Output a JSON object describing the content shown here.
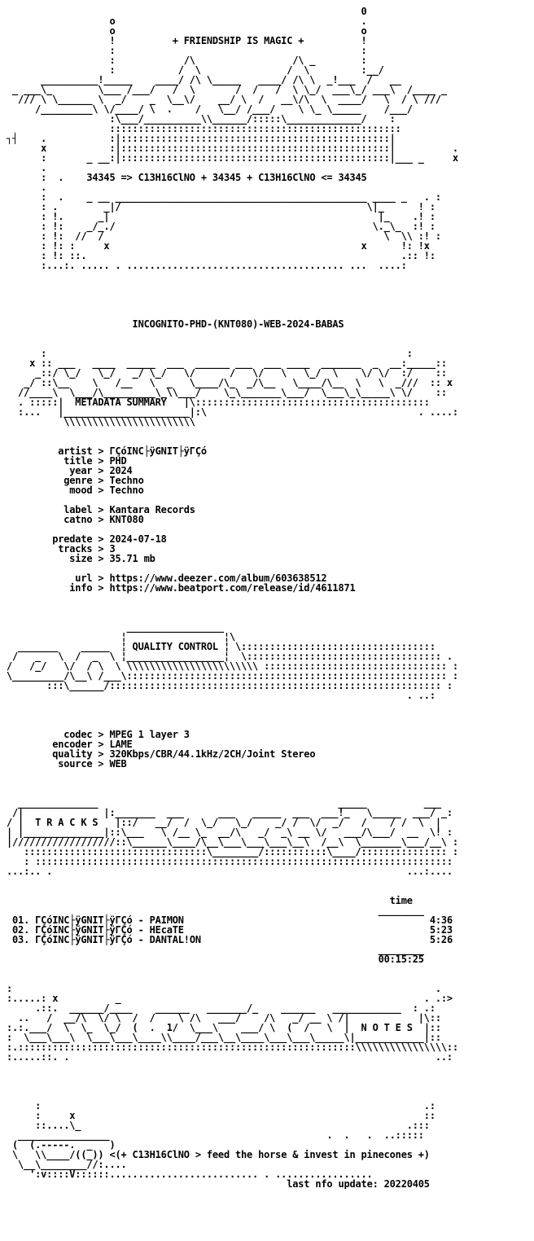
{
  "header": {
    "title": "+ FRIENDSHIP IS MAGIC +",
    "formula": "34345 => C13H16ClNO + 34345 + C13H16ClNO <= 34345"
  },
  "release": {
    "name": "INCOGNITO-PHD-(KNT080)-WEB-2024-BABAS"
  },
  "metadata": {
    "section_title": "METADATA SUMMARY",
    "artist": "ΓÇóINC├ÿGNIT├ÿΓÇó",
    "title": "PHD",
    "year": "2024",
    "genre": "Techno",
    "mood": "Techno",
    "label": "Kantara Records",
    "catno": "KNT080",
    "predate": "2024-07-18",
    "tracks": "3",
    "size": "35.71 mb",
    "url": "https://www.deezer.com/album/603638512",
    "info": "https://www.beatport.com/release/id/4611871"
  },
  "quality": {
    "section_title": "QUALITY CONTROL",
    "codec": "MPEG 1 layer 3",
    "encoder": "LAME",
    "quality": "320Kbps/CBR/44.1kHz/2CH/Joint Stereo",
    "source": "WEB"
  },
  "tracks": {
    "section_title": "T R A C K S",
    "time_header": "time",
    "items": [
      {
        "num": "01.",
        "artist": "ΓÇóINC├ÿGNIT├ÿΓÇó",
        "title": "PAIMON",
        "time": "4:36"
      },
      {
        "num": "02.",
        "artist": "ΓÇóINC├ÿGNIT├ÿΓÇó",
        "title": "HEcaTE",
        "time": "5:23"
      },
      {
        "num": "03.",
        "artist": "ΓÇóINC├ÿGNIT├ÿΓÇó",
        "title": "DANTAL!ON",
        "time": "5:26"
      }
    ],
    "total": "00:15:25"
  },
  "notes": {
    "section_title": "N O T E S"
  },
  "footer": {
    "message": "<(+ C13H16ClNO > feed the horse & invest in pinecones +)",
    "last_update": "last nfo update: 20220405"
  }
}
